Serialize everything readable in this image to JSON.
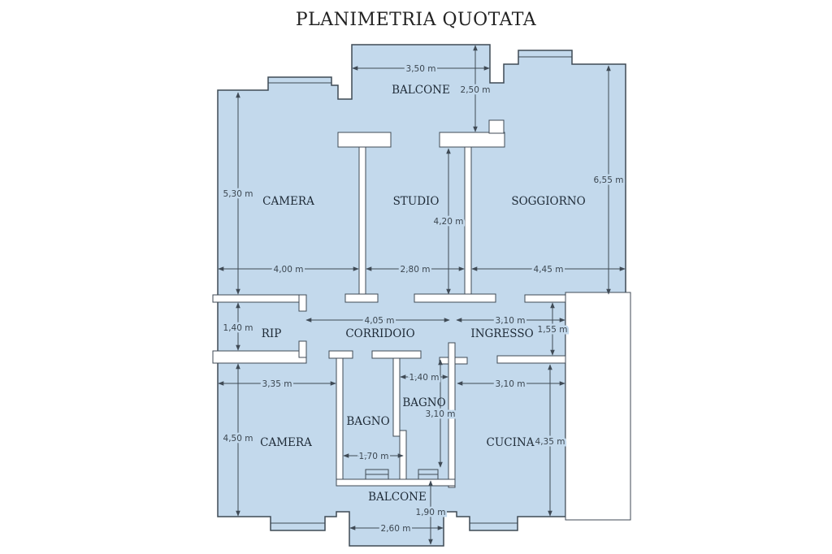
{
  "title": "PLANIMETRIA QUOTATA",
  "colors": {
    "floor": "#c3d9ec",
    "outline": "#3f4a55",
    "wall": "#ffffff"
  },
  "rooms": {
    "balcone_top": "BALCONE",
    "camera_top": "CAMERA",
    "studio": "STUDIO",
    "soggiorno": "SOGGIORNO",
    "rip": "RIP",
    "corridoio": "CORRIDOIO",
    "ingresso": "INGRESSO",
    "camera_bottom": "CAMERA",
    "bagno_left": "BAGNO",
    "bagno_right": "BAGNO",
    "cucina": "CUCINA",
    "balcone_bottom": "BALCONE"
  },
  "dimensions": {
    "balcone_top_w": "3,50 m",
    "balcone_top_h": "2,50 m",
    "camera_top_h": "5,30 m",
    "camera_top_w": "4,00 m",
    "studio_w": "2,80 m",
    "studio_h": "4,20 m",
    "soggiorno_w": "4,45 m",
    "soggiorno_h": "6,55 m",
    "rip_h": "1,40 m",
    "corridoio_w": "4,05 m",
    "ingresso_w": "3,10 m",
    "ingresso_h": "1,55 m",
    "camera_bottom_w": "3,35 m",
    "camera_bottom_h": "4,50 m",
    "bagno_left_w": "1,70 m",
    "bagno_right_w": "1,40 m",
    "bagno_right_h": "3,10 m",
    "cucina_w": "3,10 m",
    "cucina_h": "4,35 m",
    "balcone_bottom_w": "2,60 m",
    "balcone_bottom_h": "1,90 m"
  }
}
